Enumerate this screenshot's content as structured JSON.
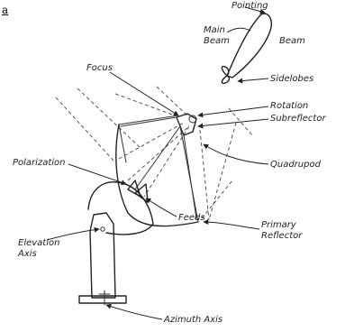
{
  "caption": "a",
  "labels": {
    "pointing": "Pointing",
    "main_beam": "Main\nBeam",
    "main_beam_line1": "Main",
    "main_beam_line2": "Beam",
    "beam": "Beam",
    "sidelobes": "Sidelobes",
    "focus": "Focus",
    "rotation": "Rotation",
    "subreflector": "Subreflector",
    "quadrupod": "Quadrupod",
    "polarization": "Polarization",
    "feeds": "Feeds",
    "primary_reflector_line1": "Primary",
    "primary_reflector_line2": "Reflector",
    "elevation_axis_line1": "Elevation",
    "elevation_axis_line2": "Axis",
    "azimuth_axis": "Azimuth Axis"
  }
}
